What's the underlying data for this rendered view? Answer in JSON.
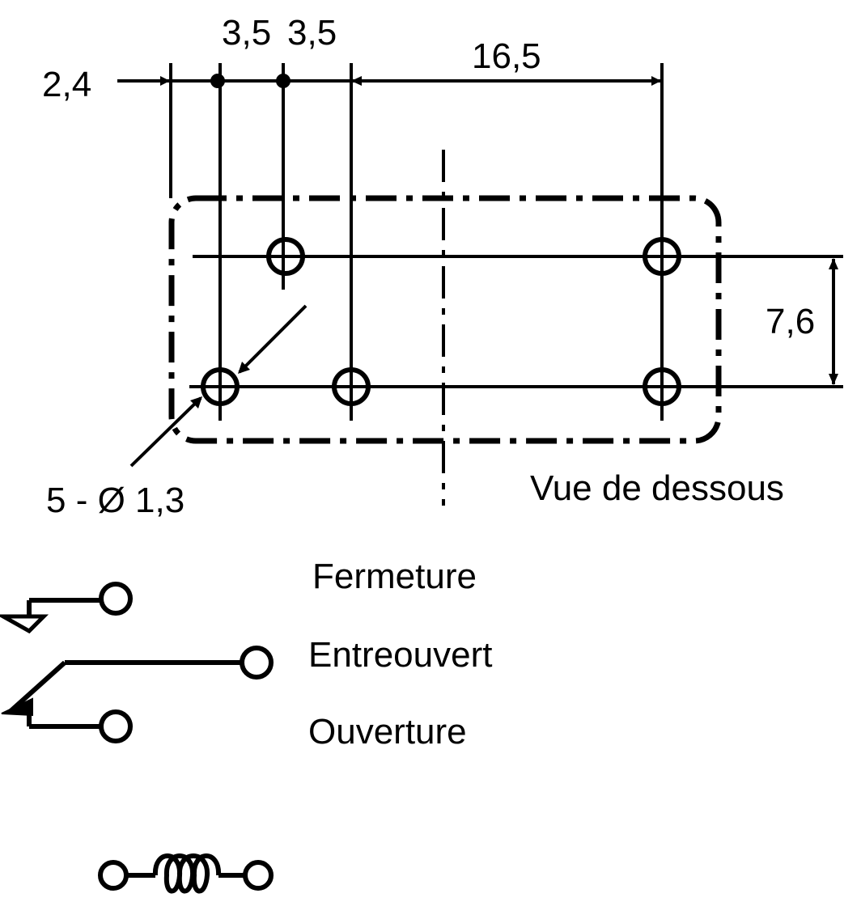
{
  "dimensions": {
    "offset_left": "2,4",
    "pitch_1": "3,5",
    "pitch_2": "3,5",
    "span": "16,5",
    "row_spacing": "7,6",
    "holes": "5 - Ø 1,3"
  },
  "view_label": "Vue de dessous",
  "contacts": {
    "closing": "Fermeture",
    "changeover": "Entreouvert",
    "opening": "Ouverture"
  },
  "colors": {
    "line": "#000000",
    "background": "#ffffff"
  }
}
